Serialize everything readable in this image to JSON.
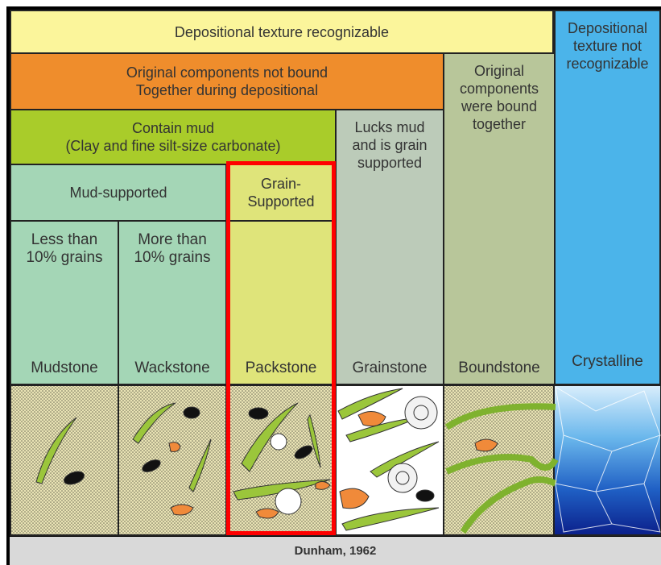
{
  "header": {
    "recognizable": "Depositional texture recognizable",
    "not_recognizable": "Depositional\ntexture not\nrecognizable"
  },
  "rows": {
    "not_bound": "Original components not bound\nTogether during depositional",
    "bound": "Original\ncomponents\nwere bound\ntogether",
    "contain_mud": "Contain mud\n(Clay and fine silt-size carbonate)",
    "lacks_mud": "Lucks mud\nand is grain\nsupported",
    "mud_supported": "Mud-supported",
    "grain_supported": "Grain-\nSupported",
    "less_than": "Less than\n10% grains",
    "more_than": "More than\n10% grains"
  },
  "rock_types": [
    "Mudstone",
    "Wackstone",
    "Packstone",
    "Grainstone",
    "Boundstone",
    "Crystalline"
  ],
  "citation": "Dunham, 1962",
  "colors": {
    "yellow": "#fbf59b",
    "orange": "#ef8d2c",
    "lime": "#a9cc2a",
    "mint": "#a4d6b6",
    "packstone": "#dfe47a",
    "grainstone": "#bccbb9",
    "boundstone": "#b8c69a",
    "crystalline": "#4bb4ea",
    "highlight": "#ff0000"
  }
}
